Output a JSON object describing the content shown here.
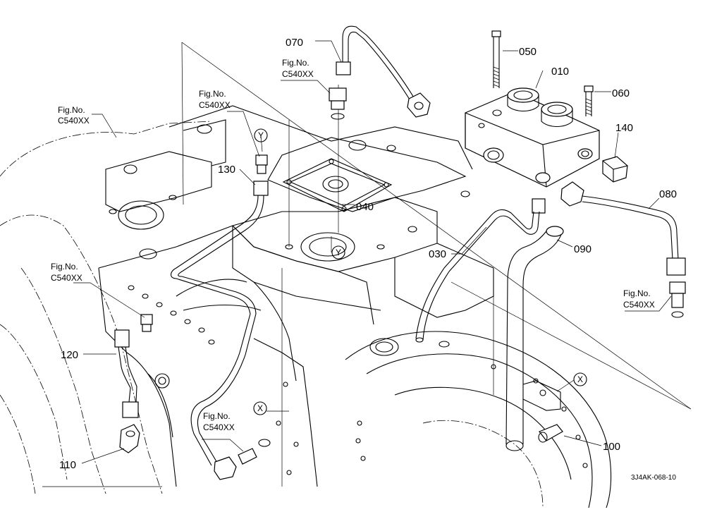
{
  "callouts": [
    {
      "id": "p070",
      "label": "070"
    },
    {
      "id": "p050",
      "label": "050"
    },
    {
      "id": "p010",
      "label": "010"
    },
    {
      "id": "p060",
      "label": "060"
    },
    {
      "id": "p140",
      "label": "140"
    },
    {
      "id": "p080",
      "label": "080"
    },
    {
      "id": "p130",
      "label": "130"
    },
    {
      "id": "p040",
      "label": "040"
    },
    {
      "id": "p030",
      "label": "030"
    },
    {
      "id": "p090",
      "label": "090"
    },
    {
      "id": "p120",
      "label": "120"
    },
    {
      "id": "p110",
      "label": "110"
    },
    {
      "id": "p100",
      "label": "100"
    }
  ],
  "fig_refs": {
    "prefix": "Fig.No.",
    "code": "C540XX"
  },
  "markers": {
    "x": "X",
    "y": "Y"
  },
  "drawing_code": "3J4AK-068-10"
}
